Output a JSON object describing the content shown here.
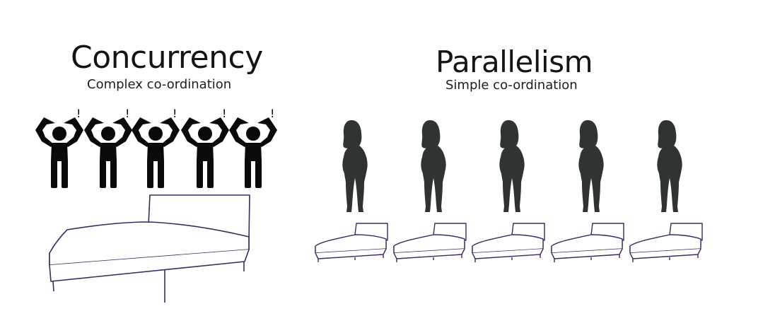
{
  "concurrency": {
    "title": "Concurrency",
    "subtitle": "Complex co-ordination",
    "people_count": 5,
    "person_mark": "!",
    "person_icon": "stressed-person-icon",
    "bed_icon": "large-bed-icon"
  },
  "parallelism": {
    "title": "Parallelism",
    "subtitle": "Simple co-ordination",
    "people_count": 5,
    "person_icon": "standing-woman-icon",
    "bed_icon": "single-bed-icon"
  },
  "colors": {
    "text": "#141414",
    "stressed_figure": "#0a0a0a",
    "woman_silhouette": "#2f3432",
    "bed_outline": "#3d2a63"
  }
}
